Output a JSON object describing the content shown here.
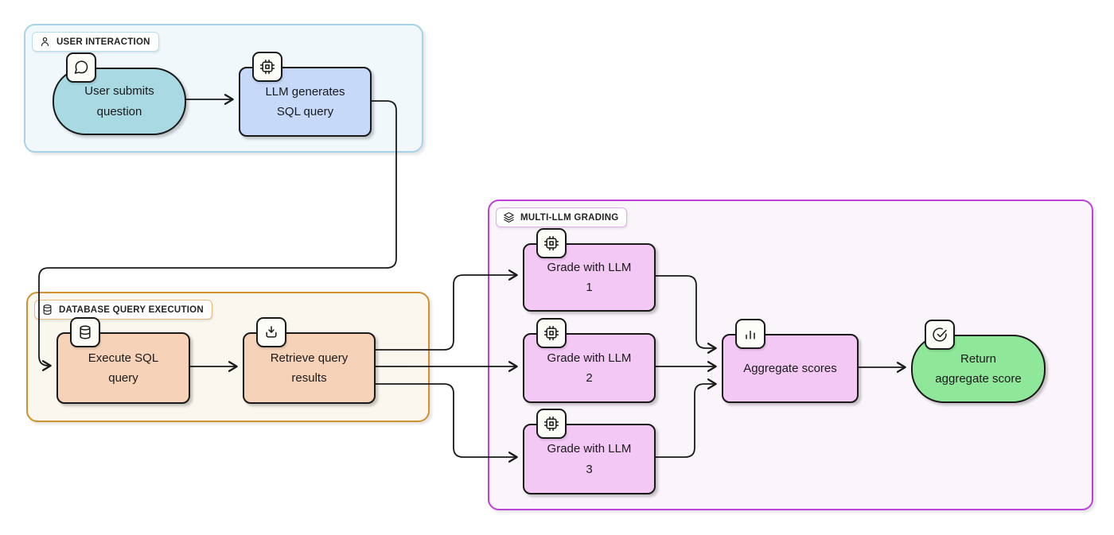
{
  "diagram": {
    "groups": [
      {
        "id": "user-interaction",
        "label": "USER INTERACTION",
        "icon": "user-icon",
        "background": "#f1f8fc",
        "border": "#a6d3e8"
      },
      {
        "id": "database-query-execution",
        "label": "DATABASE QUERY EXECUTION",
        "icon": "database-icon",
        "background": "#faf7ef",
        "border": "#d2912f"
      },
      {
        "id": "multi-llm-grading",
        "label": "MULTI-LLM GRADING",
        "icon": "layers-icon",
        "background": "#faf4fb",
        "border": "#bb44d6"
      }
    ],
    "nodes": [
      {
        "id": "user-submits-question",
        "label": "User submits question",
        "lines": [
          "User submits",
          "question"
        ],
        "icon": "chat-bubble-icon",
        "shape": "stadium",
        "fill": "#a9d9e2",
        "group": "user-interaction"
      },
      {
        "id": "llm-generates-sql-query",
        "label": "LLM generates SQL query",
        "lines": [
          "LLM generates",
          "SQL query"
        ],
        "icon": "cpu-icon",
        "shape": "rect",
        "fill": "#c6d9f8",
        "group": "user-interaction"
      },
      {
        "id": "execute-sql-query",
        "label": "Execute SQL query",
        "lines": [
          "Execute SQL",
          "query"
        ],
        "icon": "database-icon",
        "shape": "rect",
        "fill": "#f6d3b8",
        "group": "database-query-execution"
      },
      {
        "id": "retrieve-query-results",
        "label": "Retrieve query results",
        "lines": [
          "Retrieve query",
          "results"
        ],
        "icon": "download-icon",
        "shape": "rect",
        "fill": "#f6d3b8",
        "group": "database-query-execution"
      },
      {
        "id": "grade-with-llm-1",
        "label": "Grade with LLM 1",
        "lines": [
          "Grade with LLM",
          "1"
        ],
        "icon": "cpu-icon",
        "shape": "rect",
        "fill": "#f3c8f5",
        "group": "multi-llm-grading"
      },
      {
        "id": "grade-with-llm-2",
        "label": "Grade with LLM 2",
        "lines": [
          "Grade with LLM",
          "2"
        ],
        "icon": "cpu-icon",
        "shape": "rect",
        "fill": "#f3c8f5",
        "group": "multi-llm-grading"
      },
      {
        "id": "grade-with-llm-3",
        "label": "Grade with LLM 3",
        "lines": [
          "Grade with LLM",
          "3"
        ],
        "icon": "cpu-icon",
        "shape": "rect",
        "fill": "#f3c8f5",
        "group": "multi-llm-grading"
      },
      {
        "id": "aggregate-scores",
        "label": "Aggregate scores",
        "lines": [
          "Aggregate scores"
        ],
        "icon": "bar-chart-icon",
        "shape": "rect",
        "fill": "#f3c8f5",
        "group": "multi-llm-grading"
      },
      {
        "id": "return-aggregate-score",
        "label": "Return aggregate score",
        "lines": [
          "Return",
          "aggregate score"
        ],
        "icon": "check-circle-icon",
        "shape": "stadium",
        "fill": "#8fe79a",
        "group": "multi-llm-grading"
      }
    ],
    "edges": [
      {
        "from": "user-submits-question",
        "to": "llm-generates-sql-query"
      },
      {
        "from": "llm-generates-sql-query",
        "to": "execute-sql-query"
      },
      {
        "from": "execute-sql-query",
        "to": "retrieve-query-results"
      },
      {
        "from": "retrieve-query-results",
        "to": "grade-with-llm-1"
      },
      {
        "from": "retrieve-query-results",
        "to": "grade-with-llm-2"
      },
      {
        "from": "retrieve-query-results",
        "to": "grade-with-llm-3"
      },
      {
        "from": "grade-with-llm-1",
        "to": "aggregate-scores"
      },
      {
        "from": "grade-with-llm-2",
        "to": "aggregate-scores"
      },
      {
        "from": "grade-with-llm-3",
        "to": "aggregate-scores"
      },
      {
        "from": "aggregate-scores",
        "to": "return-aggregate-score"
      }
    ],
    "colors": {
      "node_border": "#1a1a1a",
      "edge_stroke": "#1a1a1a",
      "badge_background": "#fcfdf7",
      "canvas_background": "#ffffff"
    }
  }
}
